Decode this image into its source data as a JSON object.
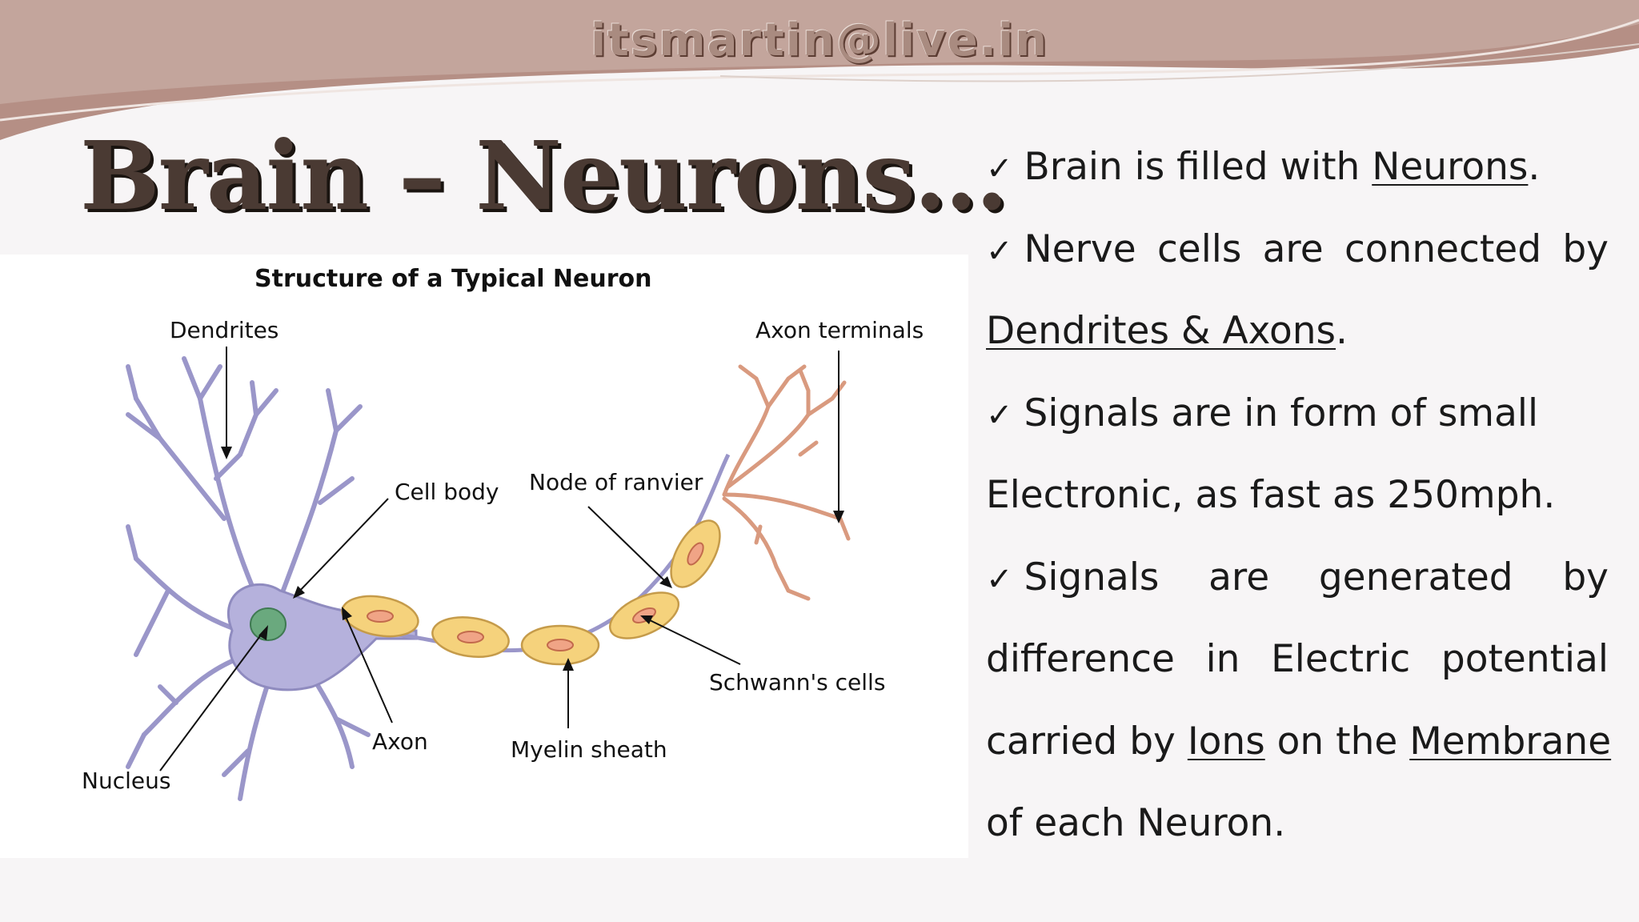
{
  "header": {
    "email": "itsmartin@live.in"
  },
  "title": "Brain – Neurons…",
  "diagram": {
    "title": "Structure of a Typical Neuron",
    "labels": {
      "dendrites": "Dendrites",
      "axon_terminals": "Axon terminals",
      "cell_body": "Cell body",
      "node_of_ranvier": "Node of ranvier",
      "schwanns_cells": "Schwann's cells",
      "myelin_sheath": "Myelin sheath",
      "axon": "Axon",
      "nucleus": "Nucleus"
    }
  },
  "bullets": {
    "check": "✓",
    "b1": {
      "text": "Brain is filled with ",
      "link": "Neurons",
      "end": "."
    },
    "b2": {
      "w1": "Nerve",
      "w2": "cells",
      "w3": "are",
      "w4": "connected",
      "w5": "by",
      "link": "Dendrites & Axons",
      "end": "."
    },
    "b3": {
      "line1": "Signals are in form of small",
      "line2": "Electronic, as fast as 250mph."
    },
    "b4": {
      "w1": "Signals",
      "w2": "are",
      "w3": "generated",
      "w4": "by",
      "l2w1": "difference",
      "l2w2": "in",
      "l2w3": "Electric",
      "l2w4": "potential",
      "l3a": "carried by ",
      "ions": "Ions",
      "l3b": " on the ",
      "membrane": "Membrane",
      "l4": "of each Neuron."
    }
  },
  "colors": {
    "banner": "#b48f84",
    "title": "#4a3a33",
    "neuron": "#b5b1dc",
    "myelin": "#f5d27c",
    "nucleus": "#6aa97e"
  }
}
